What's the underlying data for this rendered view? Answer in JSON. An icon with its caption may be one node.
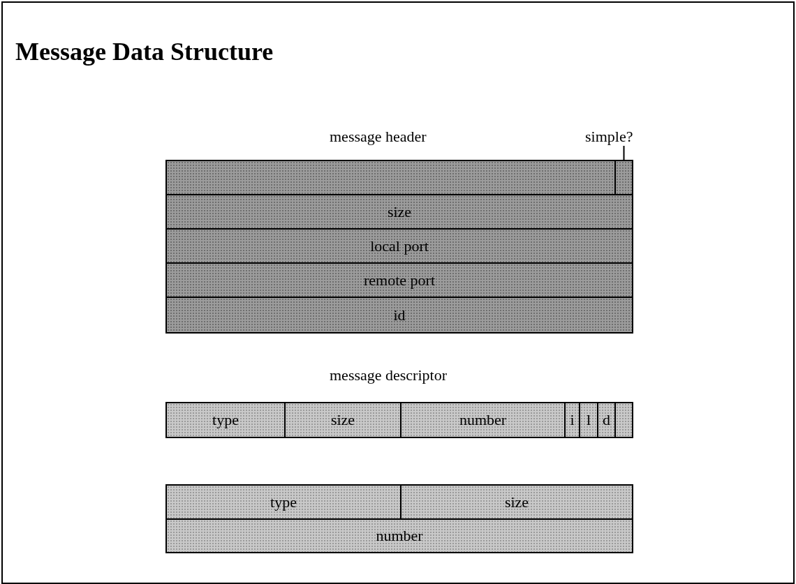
{
  "diagram": {
    "title": "Message Data Structure",
    "nodes": [
      {
        "text": [],
        "shape": "box"
      },
      {
        "text": [],
        "shape": "box"
      },
      {
        "text": [
          "simple?"
        ]
      },
      {
        "text": [
          "size"
        ]
      },
      {
        "text": [
          "local port"
        ]
      },
      {
        "text": [
          "remote port"
        ]
      },
      {
        "text": [
          "id"
        ]
      },
      {
        "text": [
          "type"
        ]
      },
      {
        "text": [
          "size"
        ]
      },
      {
        "text": [
          "number"
        ]
      },
      {
        "text": [
          "i"
        ]
      },
      {
        "text": [
          "l"
        ]
      },
      {
        "text": [
          "d"
        ]
      },
      {
        "text": [],
        "shape": "box"
      },
      {
        "text": [
          "type"
        ]
      },
      {
        "text": [
          "size"
        ]
      },
      {
        "text": [
          "number"
        ]
      }
    ],
    "edges": [
      {
        "from": 2,
        "to": 1,
        "arrow": "none"
      }
    ],
    "labels": [
      "message header",
      "message descriptor"
    ]
  }
}
